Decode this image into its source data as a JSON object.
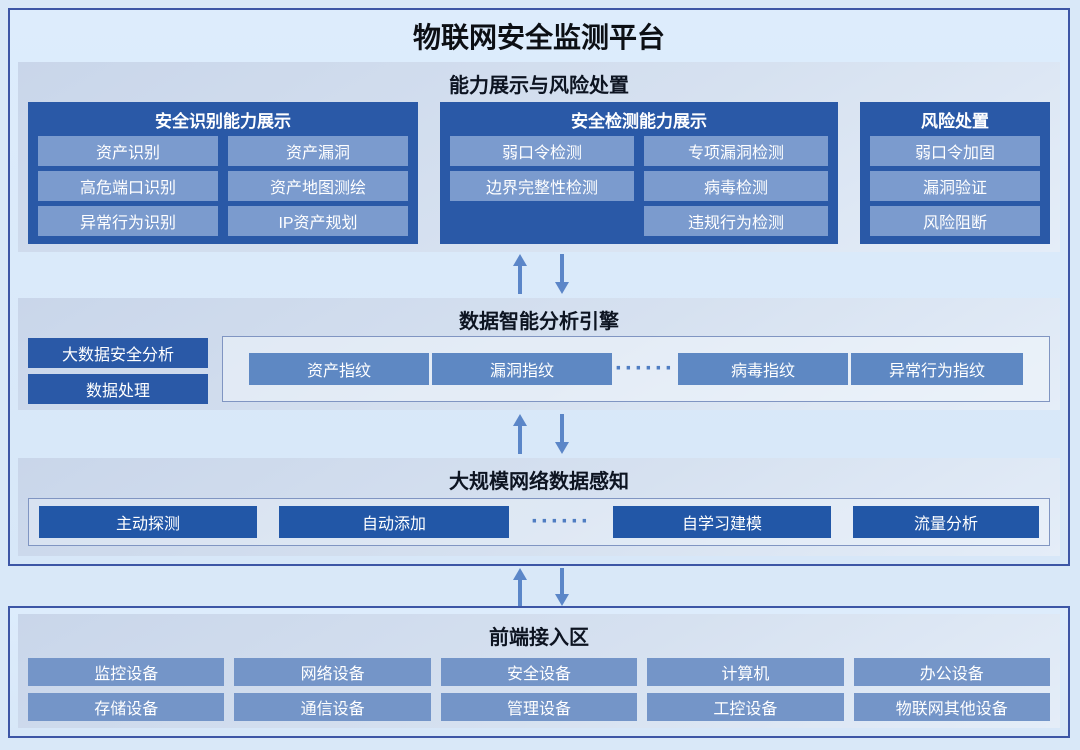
{
  "title": "物联网安全监测平台",
  "colors": {
    "page_background": "#d9e8f8",
    "container_border": "#3d56a6",
    "group_dark_blue": "#2a59a7",
    "chip_light_blue": "#7b9bce",
    "chip_mid_blue": "#5e88c3",
    "chip_deep_blue": "#2257a7",
    "device_chip_blue": "#7495c8",
    "arrow_blue": "#5b86c8"
  },
  "sections": {
    "capability": {
      "header": "能力展示与风险处置",
      "groups": [
        {
          "title": "安全识别能力展示",
          "items": [
            "资产识别",
            "资产漏洞",
            "高危端口识别",
            "资产地图测绘",
            "异常行为识别",
            "IP资产规划"
          ]
        },
        {
          "title": "安全检测能力展示",
          "items": [
            "弱口令检测",
            "专项漏洞检测",
            "边界完整性检测",
            "病毒检测",
            "",
            "违规行为检测"
          ]
        },
        {
          "title": "风险处置",
          "items": [
            "弱口令加固",
            "漏洞验证",
            "风险阻断"
          ]
        }
      ]
    },
    "analysis": {
      "header": "数据智能分析引擎",
      "side_items": [
        "大数据安全分析",
        "数据处理"
      ],
      "fingerprint_items": [
        "资产指纹",
        "漏洞指纹",
        "病毒指纹",
        "异常行为指纹"
      ],
      "ellipsis": "······"
    },
    "perception": {
      "header": "大规模网络数据感知",
      "items": [
        "主动探测",
        "自动添加",
        "自学习建模",
        "流量分析"
      ],
      "ellipsis": "······"
    },
    "frontend": {
      "header": "前端接入区",
      "rows": [
        [
          "监控设备",
          "网络设备",
          "安全设备",
          "计算机",
          "办公设备"
        ],
        [
          "存储设备",
          "通信设备",
          "管理设备",
          "工控设备",
          "物联网其他设备"
        ]
      ]
    }
  }
}
